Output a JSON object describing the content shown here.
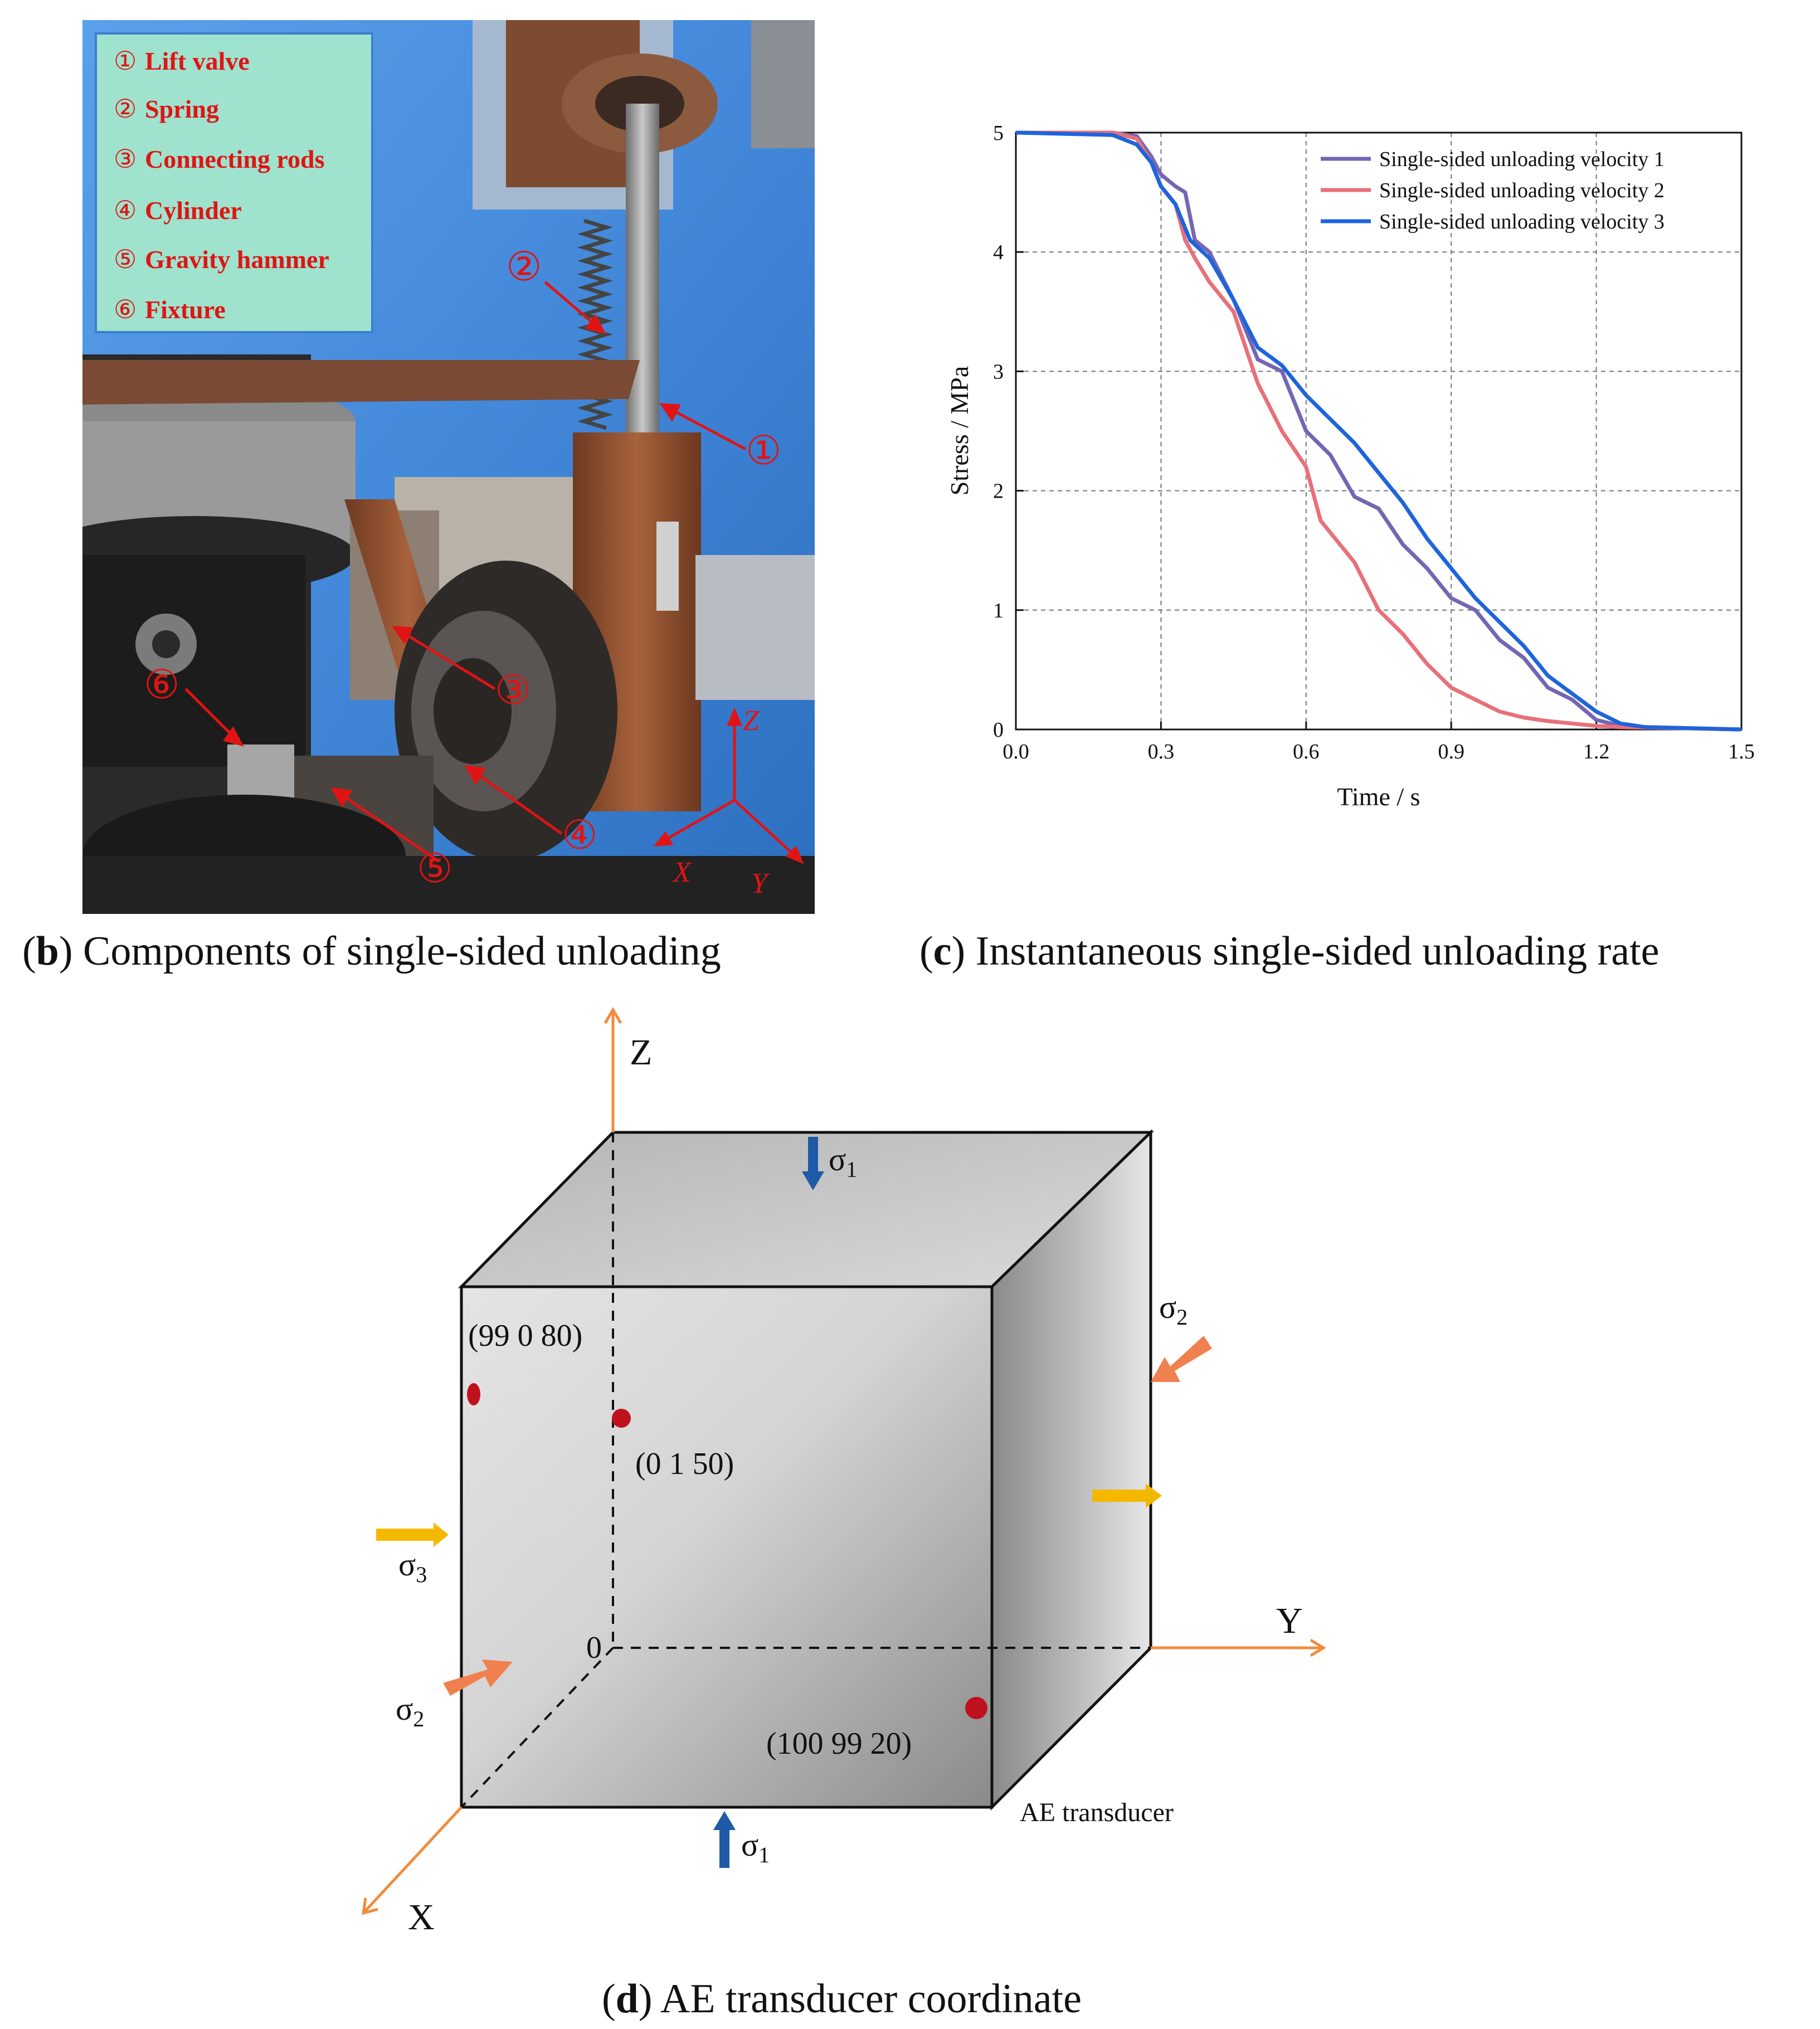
{
  "panel_b": {
    "legend": [
      {
        "num": "①",
        "label": "Lift valve"
      },
      {
        "num": "②",
        "label": "Spring"
      },
      {
        "num": "③",
        "label": "Connecting rods"
      },
      {
        "num": "④",
        "label": "Cylinder"
      },
      {
        "num": "⑤",
        "label": "Gravity hammer"
      },
      {
        "num": "⑥",
        "label": "Fixture"
      }
    ],
    "markers": [
      "①",
      "②",
      "③",
      "④",
      "⑤",
      "⑥"
    ],
    "axes": {
      "z": "Z",
      "x": "X",
      "y": "Y"
    },
    "caption_letter": "b",
    "caption_text": " Components of single-sided unloading"
  },
  "panel_c": {
    "caption_letter": "c",
    "caption_text": " Instantaneous single-sided unloading rate"
  },
  "panel_d": {
    "caption_letter": "d",
    "caption_text": " AE transducer coordinate",
    "axes": {
      "z": "Z",
      "y": "Y",
      "x": "X",
      "origin": "0"
    },
    "points": [
      "(99 0 80)",
      "(0 1 50)",
      "(100 99 20)"
    ],
    "transducer_label": "AE transducer",
    "sigma": {
      "s1": "σ",
      "s1_sub": "1",
      "s2": "σ",
      "s2_sub": "2",
      "s3": "σ",
      "s3_sub": "3"
    },
    "colors": {
      "sigma1": "#1f5aa6",
      "sigma2": "#f0804e",
      "sigma3": "#f5b800",
      "axis": "#f08c3c",
      "point": "#c0121e"
    }
  },
  "chart_data": {
    "type": "line",
    "xlabel": "Time / s",
    "ylabel": "Stress / MPa",
    "xlim": [
      0,
      1.5
    ],
    "ylim": [
      0,
      5
    ],
    "xticks": [
      "0.0",
      "0.3",
      "0.6",
      "0.9",
      "1.2",
      "1.5"
    ],
    "yticks": [
      "0",
      "1",
      "2",
      "3",
      "4",
      "5"
    ],
    "grid": true,
    "legend_position": "top-right",
    "series": [
      {
        "name": "Single-sided unloading velocity 1",
        "color": "#7466b4",
        "x": [
          0,
          0.2,
          0.25,
          0.28,
          0.3,
          0.33,
          0.35,
          0.37,
          0.4,
          0.45,
          0.5,
          0.55,
          0.6,
          0.65,
          0.7,
          0.75,
          0.8,
          0.85,
          0.9,
          0.95,
          1.0,
          1.05,
          1.1,
          1.15,
          1.2,
          1.25,
          1.3,
          1.5
        ],
        "y": [
          5,
          5,
          4.97,
          4.8,
          4.65,
          4.55,
          4.5,
          4.1,
          4.0,
          3.6,
          3.1,
          3.0,
          2.5,
          2.3,
          1.95,
          1.85,
          1.55,
          1.35,
          1.1,
          1.0,
          0.75,
          0.6,
          0.35,
          0.25,
          0.08,
          0.03,
          0.02,
          0.0
        ]
      },
      {
        "name": "Single-sided unloading velocity 2",
        "color": "#e8707a",
        "x": [
          0,
          0.2,
          0.25,
          0.28,
          0.3,
          0.33,
          0.35,
          0.37,
          0.4,
          0.45,
          0.5,
          0.55,
          0.6,
          0.63,
          0.66,
          0.7,
          0.75,
          0.8,
          0.85,
          0.9,
          0.95,
          1.0,
          1.05,
          1.1,
          1.15,
          1.2,
          1.25,
          1.5
        ],
        "y": [
          5,
          5,
          4.95,
          4.75,
          4.55,
          4.4,
          4.1,
          3.95,
          3.75,
          3.5,
          2.9,
          2.5,
          2.2,
          1.75,
          1.6,
          1.4,
          1.0,
          0.8,
          0.55,
          0.35,
          0.25,
          0.15,
          0.1,
          0.07,
          0.05,
          0.03,
          0.02,
          0.0
        ]
      },
      {
        "name": "Single-sided unloading velocity 3",
        "color": "#1e64dc",
        "x": [
          0,
          0.2,
          0.25,
          0.28,
          0.3,
          0.33,
          0.36,
          0.4,
          0.45,
          0.5,
          0.55,
          0.6,
          0.65,
          0.7,
          0.75,
          0.8,
          0.85,
          0.9,
          0.95,
          1.0,
          1.05,
          1.1,
          1.15,
          1.2,
          1.25,
          1.3,
          1.5
        ],
        "y": [
          5,
          4.98,
          4.9,
          4.75,
          4.55,
          4.4,
          4.1,
          3.95,
          3.6,
          3.2,
          3.05,
          2.8,
          2.6,
          2.4,
          2.15,
          1.9,
          1.6,
          1.35,
          1.1,
          0.9,
          0.7,
          0.45,
          0.3,
          0.15,
          0.05,
          0.02,
          0.0
        ]
      }
    ]
  }
}
